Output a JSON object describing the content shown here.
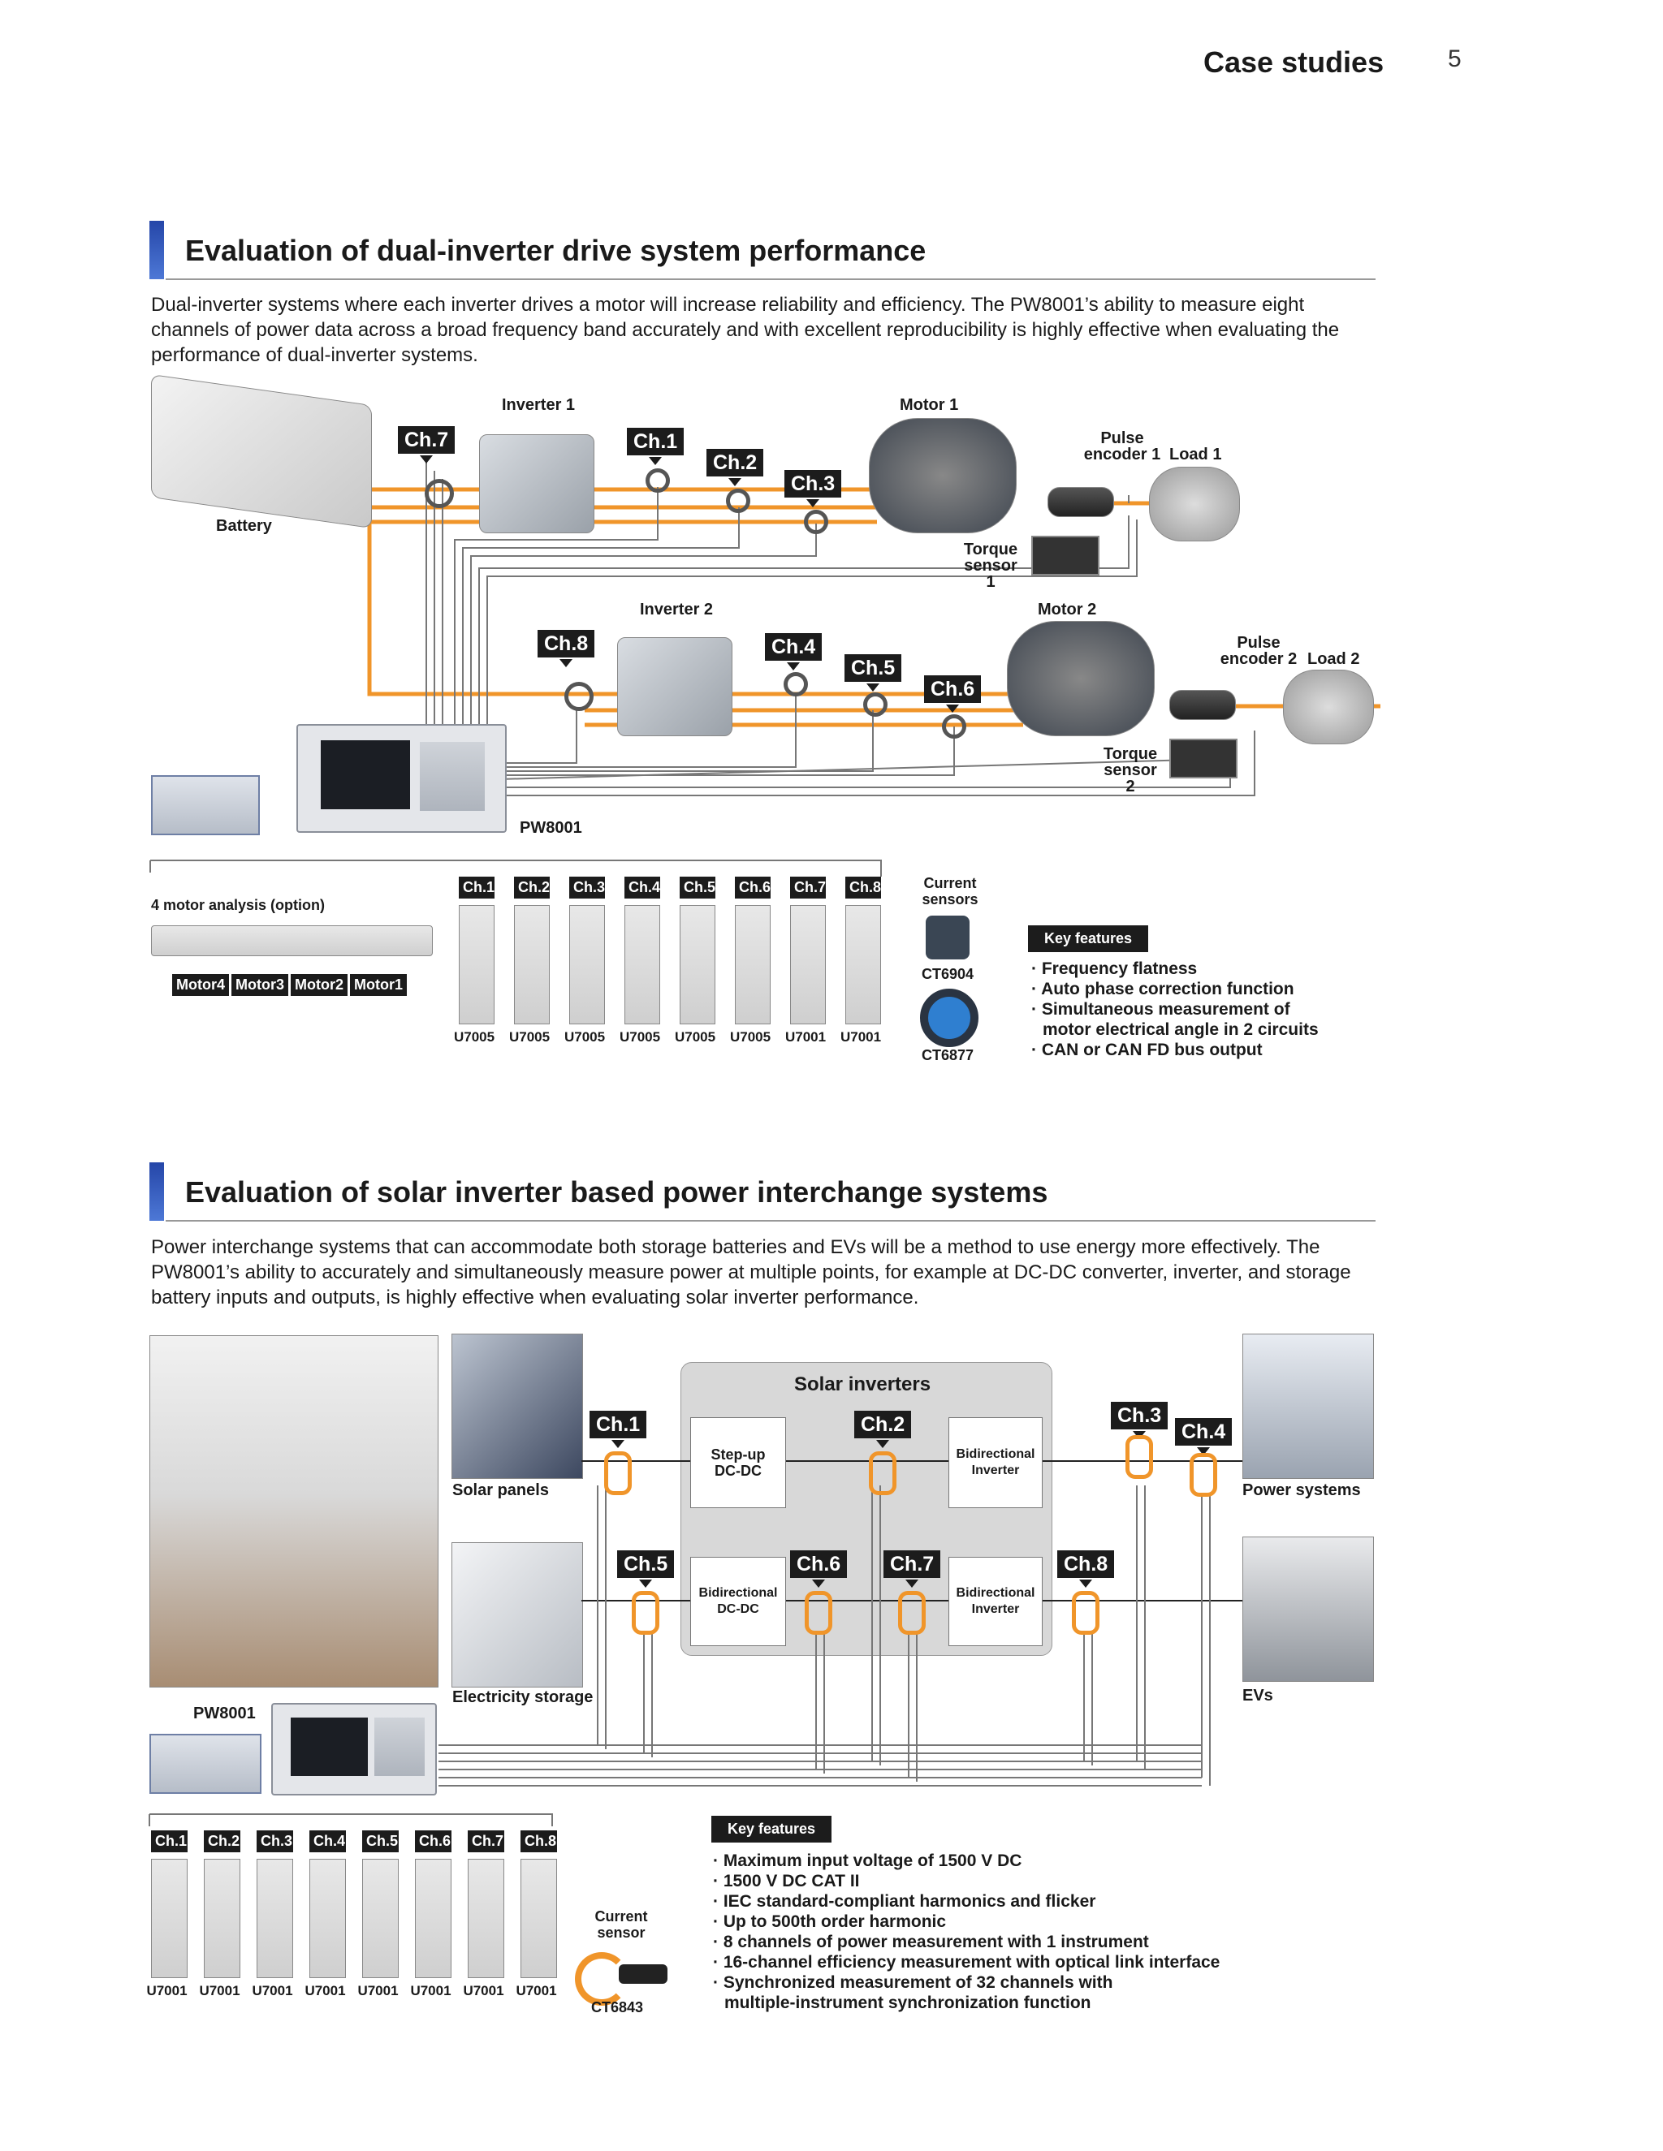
{
  "header": {
    "title": "Case studies",
    "page_number": "5"
  },
  "section1": {
    "title": "Evaluation of dual-inverter drive system performance",
    "paragraph": "Dual-inverter systems where each inverter drives a motor will increase reliability and efficiency. The PW8001’s ability to measure eight channels of power data across a broad frequency band accurately and with excellent reproducibility is highly effective when evaluating the performance of dual-inverter systems.",
    "labels": {
      "inverter1": "Inverter 1",
      "motor1": "Motor 1",
      "inverter2": "Inverter 2",
      "motor2": "Motor 2",
      "battery": "Battery",
      "pulse_encoder1": "Pulse\nencoder 1",
      "load1": "Load 1",
      "pulse_encoder2": "Pulse\nencoder 2",
      "load2": "Load 2",
      "torque1": "Torque\nsensor 1",
      "torque2": "Torque\nsensor 2",
      "pw8001": "PW8001",
      "motor_analysis": "4 motor analysis (option)",
      "current_sensors": "Current\nsensors",
      "ct6904": "CT6904",
      "ct6877": "CT6877"
    },
    "channels": [
      "Ch.7",
      "Ch.1",
      "Ch.2",
      "Ch.3",
      "Ch.8",
      "Ch.4",
      "Ch.5",
      "Ch.6"
    ],
    "motor_tags": [
      "Motor4",
      "Motor3",
      "Motor2",
      "Motor1"
    ],
    "module_channels": [
      "Ch.1",
      "Ch.2",
      "Ch.3",
      "Ch.4",
      "Ch.5",
      "Ch.6",
      "Ch.7",
      "Ch.8"
    ],
    "module_models": [
      "U7005",
      "U7005",
      "U7005",
      "U7005",
      "U7005",
      "U7005",
      "U7001",
      "U7001"
    ],
    "key_features_label": "Key features",
    "key_features": [
      "Frequency flatness",
      "Auto phase correction function",
      "Simultaneous measurement of\nmotor electrical angle in 2 circuits",
      "CAN or CAN FD bus output"
    ]
  },
  "section2": {
    "title": "Evaluation of solar inverter based power interchange systems",
    "paragraph": "Power interchange systems that can accommodate both storage batteries and EVs will be a method to use energy more effectively. The PW8001’s ability to accurately and simultaneously measure power at multiple points, for example at DC-DC converter, inverter, and storage battery inputs and outputs, is highly effective when evaluating solar inverter performance.",
    "labels": {
      "solar_inverters": "Solar inverters",
      "solar_panels": "Solar panels",
      "power_systems": "Power systems",
      "electricity_storage": "Electricity storage",
      "evs": "EVs",
      "pw8001": "PW8001",
      "current_sensor": "Current\nsensor",
      "ct6843": "CT6843"
    },
    "boxes": {
      "stepup": "Step-up\nDC-DC",
      "bidir_inv_top": "Bidirectional\nInverter",
      "bidir_dcdc": "Bidirectional\nDC-DC",
      "bidir_inv_bot": "Bidirectional\nInverter"
    },
    "channels": [
      "Ch.1",
      "Ch.2",
      "Ch.3",
      "Ch.4",
      "Ch.5",
      "Ch.6",
      "Ch.7",
      "Ch.8"
    ],
    "module_channels": [
      "Ch.1",
      "Ch.2",
      "Ch.3",
      "Ch.4",
      "Ch.5",
      "Ch.6",
      "Ch.7",
      "Ch.8"
    ],
    "module_models": [
      "U7001",
      "U7001",
      "U7001",
      "U7001",
      "U7001",
      "U7001",
      "U7001",
      "U7001"
    ],
    "key_features_label": "Key features",
    "key_features": [
      "Maximum input voltage of 1500 V DC",
      "1500 V DC CAT II",
      "IEC standard-compliant harmonics and flicker",
      "Up to 500th order harmonic",
      "8 channels of power measurement with 1 instrument",
      "16-channel efficiency measurement with optical link interface",
      "Synchronized measurement of 32 channels with\nmultiple-instrument synchronization function"
    ]
  }
}
